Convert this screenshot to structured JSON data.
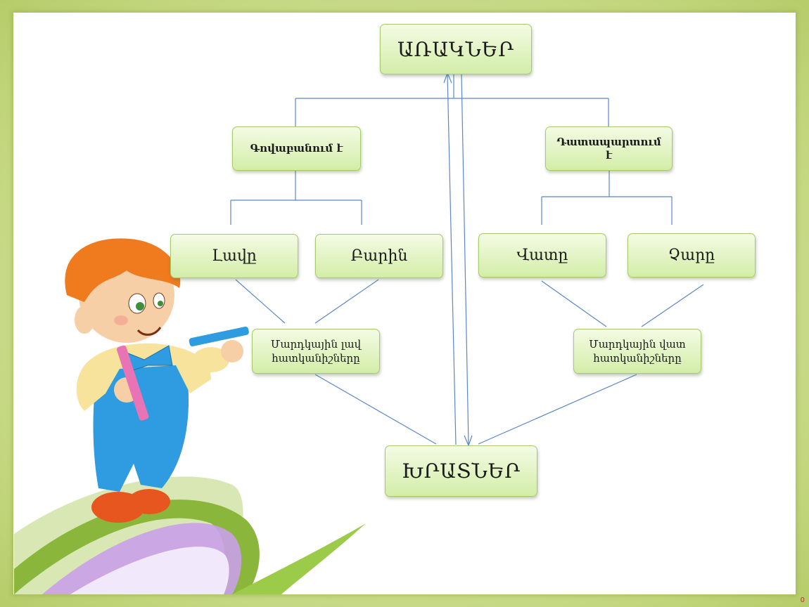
{
  "diagram": {
    "root": "ԱՌԱԿՆԵՐ",
    "branch_left": "Գովաբանում է",
    "branch_right": "Դատապարտում է",
    "left_items": [
      "Լավը",
      "Բարին"
    ],
    "right_items": [
      "Վատը",
      "Չարը"
    ],
    "trait_left": "Մարդկային լավ հատկանիշները",
    "trait_right": "Մարդկային վատ հատկանիշները",
    "bottom": "ԽՐԱՏՆԵՐ"
  },
  "colors": {
    "frame": "#c3d67e",
    "node_fill": "#d3eda8",
    "node_border": "#a6c96a",
    "connector": "#5b86c9",
    "hair": "#f07a1e",
    "overalls": "#2f9be0",
    "shirt": "#f7e39b"
  },
  "page_mark": "0"
}
